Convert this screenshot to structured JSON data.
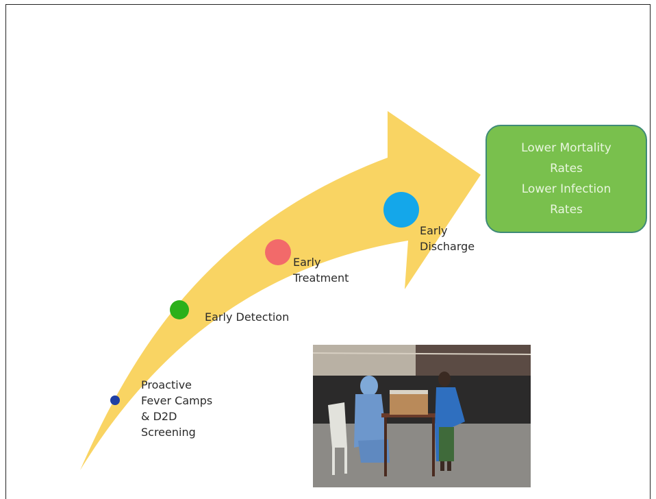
{
  "stages": [
    {
      "lines": [
        "Proactive",
        "Fever Camps",
        "& D2D",
        "Screening"
      ],
      "dot_color": "#1f3fa3"
    },
    {
      "lines": [
        "Early Detection"
      ],
      "dot_color": "#2bb01a"
    },
    {
      "lines": [
        "Early",
        "Treatment"
      ],
      "dot_color": "#f26a6a"
    },
    {
      "lines": [
        "Early",
        "Discharge"
      ],
      "dot_color": "#14a7ea"
    }
  ],
  "outcome": {
    "lines": [
      "Lower Mortality",
      "Rates",
      "Lower Infection",
      "Rates"
    ]
  },
  "colors": {
    "arrow": "#f9d463",
    "outcome_fill": "#79c04d",
    "outcome_border": "#3f8a78",
    "outcome_text": "#e9f6df"
  },
  "photo": {
    "description_icon": "screening-camp-photo"
  }
}
